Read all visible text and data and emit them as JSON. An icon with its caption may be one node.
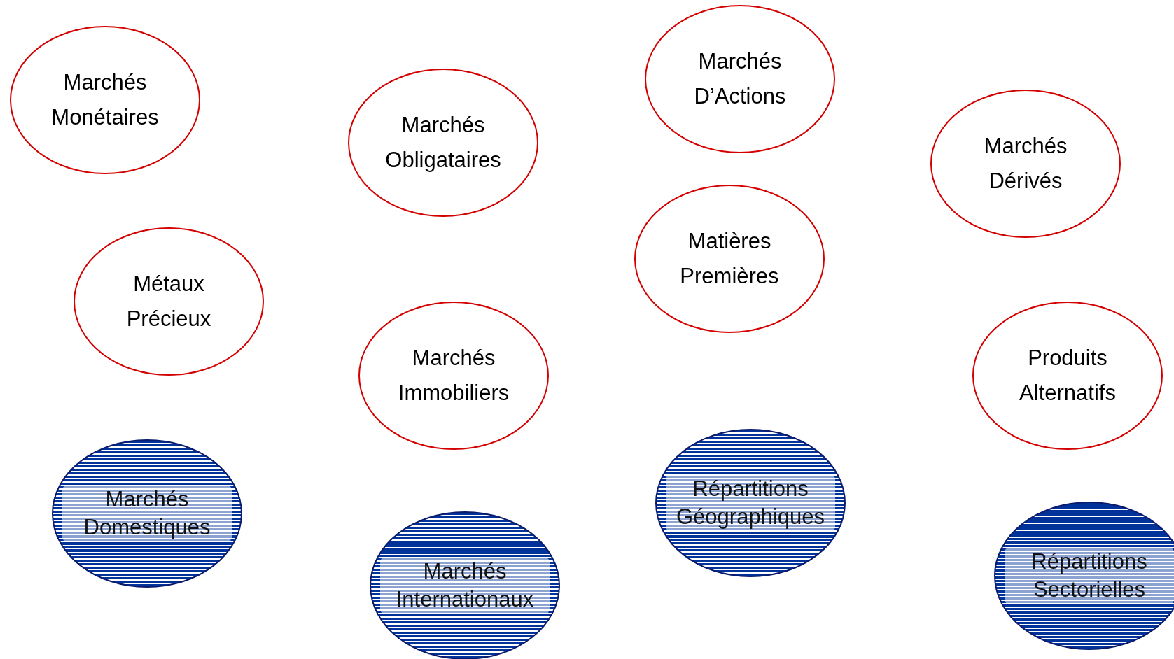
{
  "diagram": {
    "nodes": [
      {
        "text": [
          "Marchés Monétaires"
        ]
      },
      {
        "text": [
          "Marchés Obligataires"
        ]
      },
      {
        "text": [
          "Marchés D’Actions"
        ]
      },
      {
        "text": [
          "Marchés Dérivés"
        ]
      },
      {
        "text": [
          "Métaux Précieux"
        ]
      },
      {
        "text": [
          "Matières Premières"
        ]
      },
      {
        "text": [
          "Marchés Immobiliers"
        ]
      },
      {
        "text": [
          "Produits Alternatifs"
        ]
      },
      {
        "text": [
          "Marchés Domestiques"
        ]
      },
      {
        "text": [
          "Marchés Internationaux"
        ]
      },
      {
        "text": [
          "Répartitions Géographiques"
        ]
      },
      {
        "text": [
          "Répartitions Sectorielles"
        ]
      }
    ],
    "edges": []
  }
}
